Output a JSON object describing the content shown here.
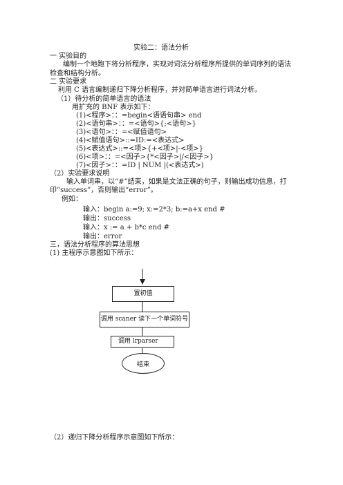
{
  "doc": {
    "title": "实验二：语法分析",
    "lines": [
      "一  实验目的",
      "编制一个地跑下将分析程序，实现对词法分析程序所提供的单词序列的语法",
      "检查和结构分析。",
      "二  实验要求",
      "利用 C 语言编制递归下降分析程序，并对简单语言进行词法分析。",
      "（1）待分析的简单语言的语法",
      "用扩充的 BNF 表示如下：",
      "(1)<程序>：：=begin<语语句串> end",
      "(2)<语句串>：：=<语句>{;<语句>}",
      "(3)<语句>：：=<赋值语句>",
      "(4)<赋值语句>::=ID:=<表达式>",
      "(5)<表达式>::=<项>{+<项>|-<项>}",
      "(6)<项>：：=<因子>{*<因子>|/<因子>}",
      "(7)<因子>：：=ID | NUM |(<表达式>)",
      "（2）实验要求说明",
      "输入单词串，以“#”结束，如果是文法正确的句子，则输出成功信息，打",
      "印“success”，否则输出“error”。",
      "例如：",
      "输入：begin a:=9;    x:=2*3; b:=a+x end #",
      "输出：success",
      "输入：x := a + b*c end #",
      "输出：error",
      "三，语法分析程序的算法思想",
      "(1)  主程序示意图如下所示：",
      "（2）递归下降分析程序示意图如下所示："
    ]
  },
  "flowchart": {
    "nodes": [
      "置初值",
      "调用 scaner 读下一个单词符号",
      "调用 lrparser",
      "结束"
    ]
  }
}
